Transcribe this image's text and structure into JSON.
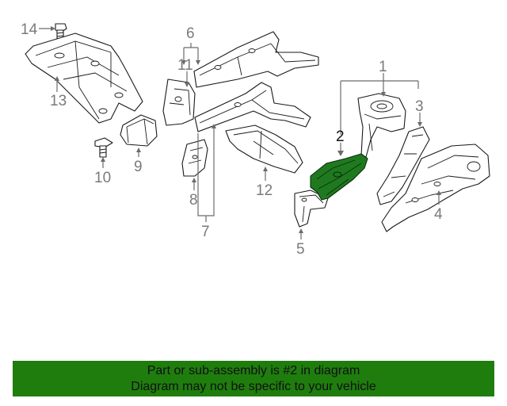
{
  "callouts": {
    "c1": "1",
    "c2": "2",
    "c3": "3",
    "c4": "4",
    "c5": "5",
    "c6": "6",
    "c7": "7",
    "c8": "8",
    "c9": "9",
    "c10": "10",
    "c11": "11",
    "c12": "12",
    "c13": "13",
    "c14": "14"
  },
  "highlighted_part": "2",
  "colors": {
    "highlight": "#1f7a1f",
    "banner": "#1f7d0e",
    "callout_text": "#7a7a7a"
  },
  "banner": {
    "line1": "Part or sub-assembly is #2 in diagram",
    "line2": "Diagram may not be specific to your vehicle"
  }
}
